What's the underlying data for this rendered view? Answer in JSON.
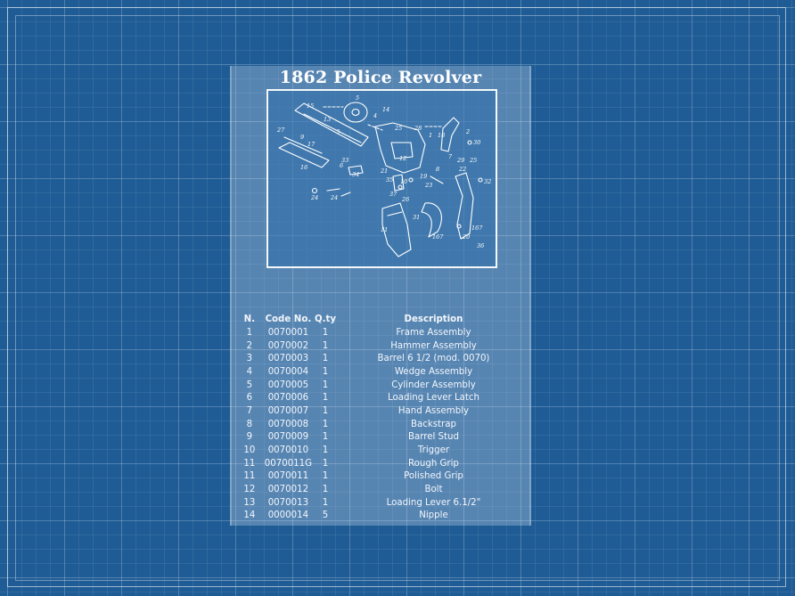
{
  "title": "1862 Police Revolver",
  "drawing": {
    "callouts": [
      "5",
      "15",
      "13",
      "14",
      "4",
      "1",
      "3",
      "27",
      "9",
      "28",
      "25",
      "18",
      "17",
      "2",
      "30",
      "19",
      "21",
      "23",
      "12",
      "16",
      "10",
      "35",
      "26",
      "22",
      "11",
      "6",
      "24",
      "7",
      "32",
      "37",
      "31",
      "20",
      "29",
      "8",
      "33",
      "34",
      "36",
      "167"
    ]
  },
  "table": {
    "headers": {
      "n": "N.",
      "code": "Code No.",
      "qty": "Q.ty",
      "description": "Description"
    },
    "rows": [
      {
        "n": "1",
        "code": "0070001",
        "qty": "1",
        "description": "Frame Assembly"
      },
      {
        "n": "2",
        "code": "0070002",
        "qty": "1",
        "description": "Hammer Assembly"
      },
      {
        "n": "3",
        "code": "0070003",
        "qty": "1",
        "description": "Barrel 6 1/2 (mod. 0070)"
      },
      {
        "n": "4",
        "code": "0070004",
        "qty": "1",
        "description": "Wedge Assembly"
      },
      {
        "n": "5",
        "code": "0070005",
        "qty": "1",
        "description": "Cylinder Assembly"
      },
      {
        "n": "6",
        "code": "0070006",
        "qty": "1",
        "description": "Loading Lever Latch"
      },
      {
        "n": "7",
        "code": "0070007",
        "qty": "1",
        "description": "Hand Assembly"
      },
      {
        "n": "8",
        "code": "0070008",
        "qty": "1",
        "description": "Backstrap"
      },
      {
        "n": "9",
        "code": "0070009",
        "qty": "1",
        "description": "Barrel Stud"
      },
      {
        "n": "10",
        "code": "0070010",
        "qty": "1",
        "description": "Trigger"
      },
      {
        "n": "11",
        "code": "0070011G",
        "qty": "1",
        "description": "Rough Grip"
      },
      {
        "n": "11",
        "code": "0070011",
        "qty": "1",
        "description": "Polished Grip"
      },
      {
        "n": "12",
        "code": "0070012",
        "qty": "1",
        "description": "Bolt"
      },
      {
        "n": "13",
        "code": "0070013",
        "qty": "1",
        "description": "Loading Lever 6.1/2\""
      },
      {
        "n": "14",
        "code": "0000014",
        "qty": "5",
        "description": "Nipple"
      }
    ]
  }
}
